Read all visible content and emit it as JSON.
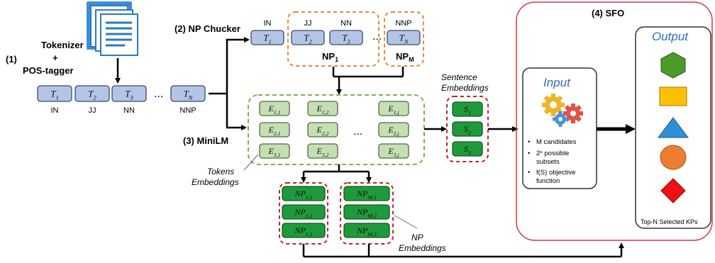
{
  "step1": {
    "num": "(1)",
    "line1": "Tokenizer",
    "line2": "+",
    "line3": "POS-tagger"
  },
  "step2": {
    "label": "(2) NP Chucker"
  },
  "step3": {
    "label": "(3) MiniLM"
  },
  "step4": {
    "label": "(4) SFO"
  },
  "tokens": {
    "row": [
      {
        "t": "T",
        "sub": "1",
        "pos": "IN"
      },
      {
        "t": "T",
        "sub": "2",
        "pos": "JJ"
      },
      {
        "t": "T",
        "sub": "3",
        "pos": "NN"
      },
      {
        "t": "T",
        "sub": "N",
        "pos": "NNP"
      }
    ],
    "dots": "...",
    "top": [
      {
        "t": "T",
        "sub": "1",
        "pos": "IN"
      },
      {
        "t": "T",
        "sub": "2",
        "pos": "JJ"
      },
      {
        "t": "T",
        "sub": "3",
        "pos": "NN"
      },
      {
        "t": "T",
        "sub": "N",
        "pos": "NNP"
      }
    ],
    "top_dots": "...",
    "np1": {
      "t": "NP",
      "sub": "1"
    },
    "npm": {
      "t": "NP",
      "sub": "M"
    }
  },
  "e_matrix": {
    "rows": [
      [
        {
          "t": "E",
          "sub": "1,1"
        },
        {
          "t": "E",
          "sub": "1,2"
        },
        {
          "t": "E",
          "sub": "1,j"
        }
      ],
      [
        {
          "t": "E",
          "sub": "2,1"
        },
        {
          "t": "E",
          "sub": "2,2"
        },
        {
          "t": "E",
          "sub": "2,j"
        }
      ],
      [
        {
          "t": "E",
          "sub": "3,1"
        },
        {
          "t": "E",
          "sub": "3,2"
        },
        {
          "t": "E",
          "sub": "3,j"
        }
      ]
    ],
    "dots": "...",
    "caption1": "Tokens",
    "caption2": "Embeddings"
  },
  "sentence": {
    "title1": "Sentence",
    "title2": "Embeddings",
    "items": [
      {
        "t": "S",
        "sub": "1"
      },
      {
        "t": "S",
        "sub": "2"
      },
      {
        "t": "S",
        "sub": "3"
      }
    ]
  },
  "np_embeddings": {
    "col1": [
      {
        "t": "NP",
        "sub": "1,1"
      },
      {
        "t": "NP",
        "sub": "1,2"
      },
      {
        "t": "NP",
        "sub": "1,3"
      }
    ],
    "col2": [
      {
        "t": "NP",
        "sub": "M,1"
      },
      {
        "t": "NP",
        "sub": "M,2"
      },
      {
        "t": "NP",
        "sub": "M,3"
      }
    ],
    "caption1": "NP",
    "caption2": "Embeddings"
  },
  "input": {
    "title": "Input",
    "bullets": [
      "M candidates",
      "2ⁿ possible",
      "subsets",
      "f(S) objective",
      "function"
    ]
  },
  "output": {
    "title": "Output",
    "shapes": [
      "hexagon-icon",
      "square-icon",
      "triangle-icon",
      "circle-icon",
      "diamond-icon"
    ],
    "caption": "Top-N Selected KPs"
  },
  "colors": {
    "token_fill": "#b3c4e6",
    "token_stroke": "#3b4a6b",
    "e_fill": "#c4dfb4",
    "e_stroke": "#4f6b3f",
    "np_fill": "#1f9a3b",
    "np_stroke": "#0f5a20",
    "green_dash": "#7ab648",
    "red_dash": "#c0262c",
    "orange_dash": "#e08a3c",
    "sfo_border": "#d9383e",
    "io_stroke": "#333333",
    "title_blue": "#2e6fb5",
    "hex": "#4c9a2a",
    "square": "#ffc000",
    "triangle": "#2f8fd6",
    "circle": "#ed7d31",
    "diamond": "#ee1111"
  }
}
